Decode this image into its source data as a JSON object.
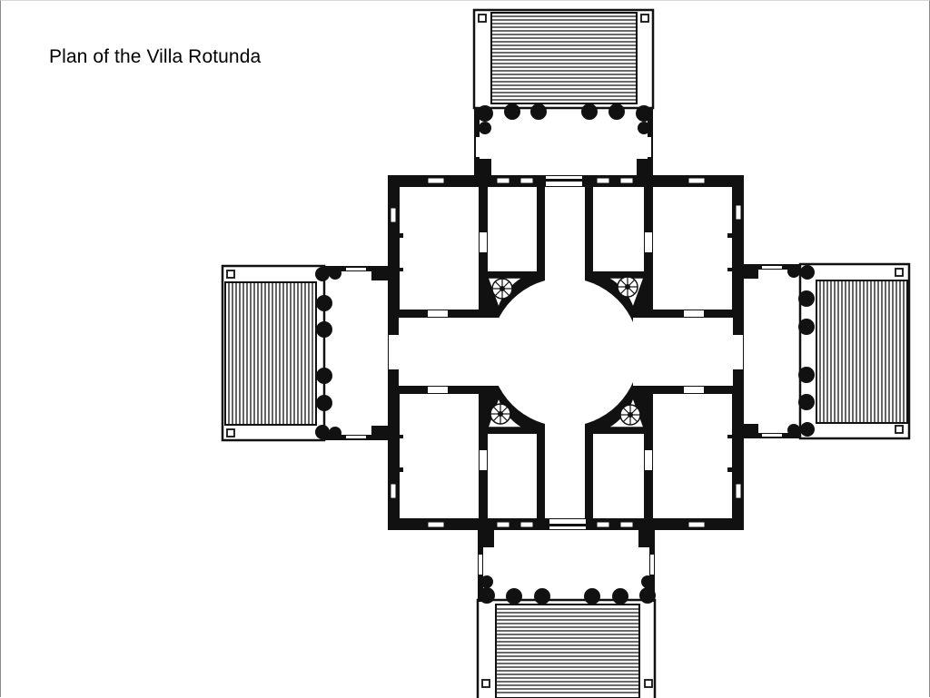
{
  "slide": {
    "title": "Plan of the Villa Rotunda"
  },
  "colors": {
    "ink": "#111111",
    "paper": "#ffffff"
  },
  "icons": {
    "column": "filled-circle",
    "stair": "spiral-stair",
    "steps": "hatched-rectangle"
  }
}
